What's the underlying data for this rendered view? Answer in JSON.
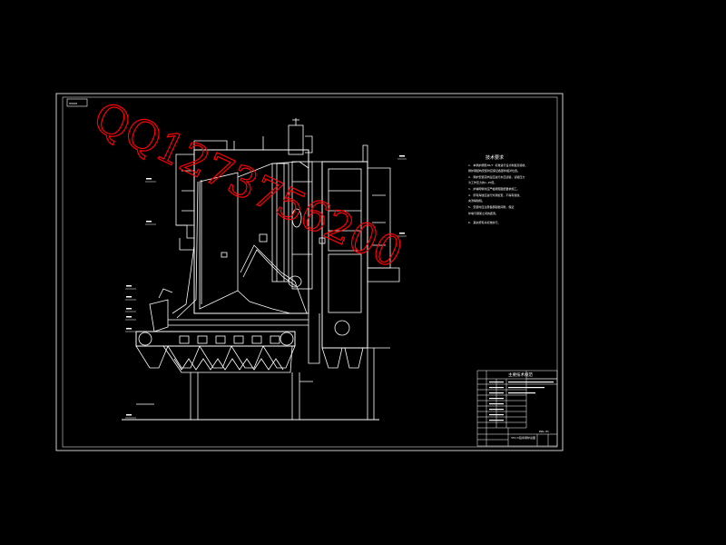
{
  "drawing": {
    "sheet_tag": "H3040",
    "notes_title": "技术要求",
    "notes_lines": [
      "1. 本锅炉按照JB/T 标准进行设计制造及验收，",
      "   锅炉钢结构安装时应保证各部件相对位置。",
      "2. 锅炉安装完毕后应进行水压试验，试验压力",
      "   为工作压力的1.25倍。",
      "3. 炉墙砌筑时应严格按照图纸要求施工。",
      "4. 所有焊缝应进行外观检查，不得有裂纹、",
      "   夹渣等缺陷。",
      "5. 安装时应注意各部膨胀间隙，保证",
      "   炉墙与钢架之间的距离。",
      "6. 其余按有关标准执行。"
    ],
    "title_block": {
      "header": "主要技术规范",
      "drawing_name": "35t/h链条锅炉总图",
      "drawing_no": "DWG-01"
    }
  },
  "watermark": {
    "text": "QQ1273756200",
    "color": "#ff0000"
  },
  "colors": {
    "background": "#000000",
    "lines": "#ffffff",
    "watermark": "#ff0000"
  }
}
